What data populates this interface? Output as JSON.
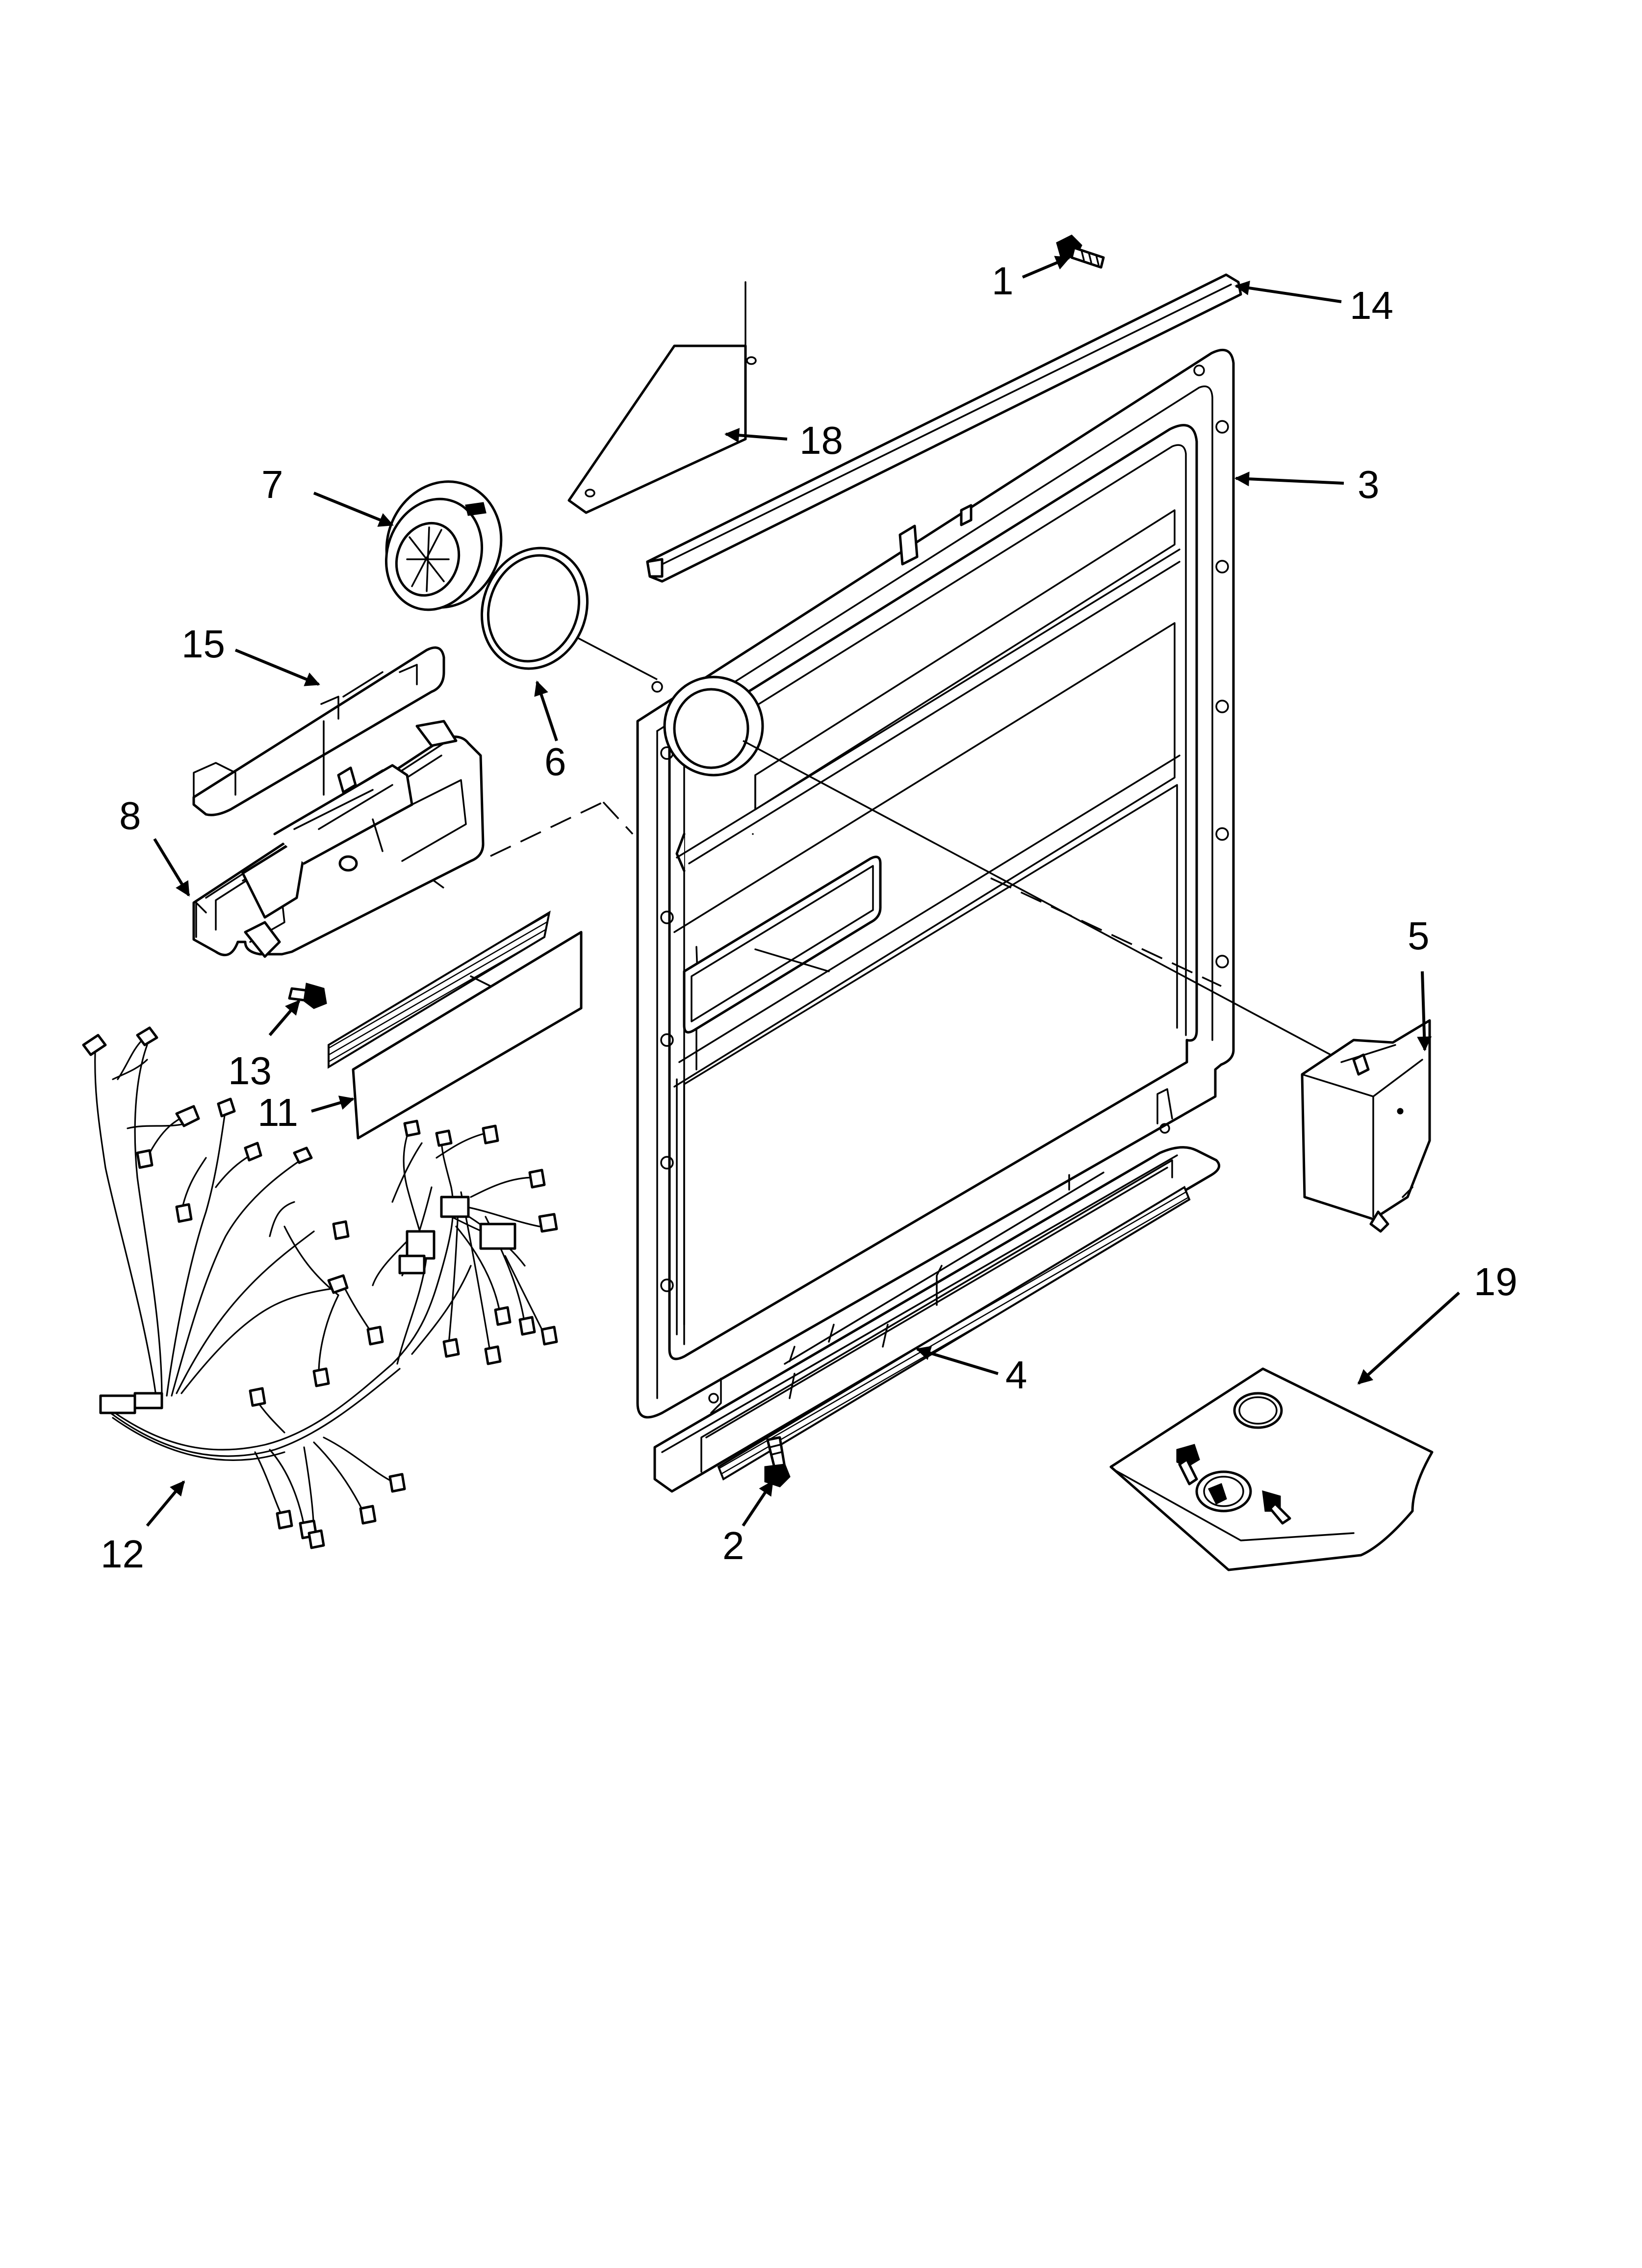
{
  "callouts": [
    {
      "id": "1",
      "label": "1"
    },
    {
      "id": "2",
      "label": "2"
    },
    {
      "id": "3",
      "label": "3"
    },
    {
      "id": "4",
      "label": "4"
    },
    {
      "id": "5",
      "label": "5"
    },
    {
      "id": "6",
      "label": "6"
    },
    {
      "id": "7",
      "label": "7"
    },
    {
      "id": "8",
      "label": "8"
    },
    {
      "id": "11",
      "label": "11"
    },
    {
      "id": "12",
      "label": "12"
    },
    {
      "id": "13",
      "label": "13"
    },
    {
      "id": "14",
      "label": "14"
    },
    {
      "id": "15",
      "label": "15"
    },
    {
      "id": "18",
      "label": "18"
    },
    {
      "id": "19",
      "label": "19"
    }
  ],
  "colors": {
    "line": "#000000",
    "background": "#ffffff"
  }
}
